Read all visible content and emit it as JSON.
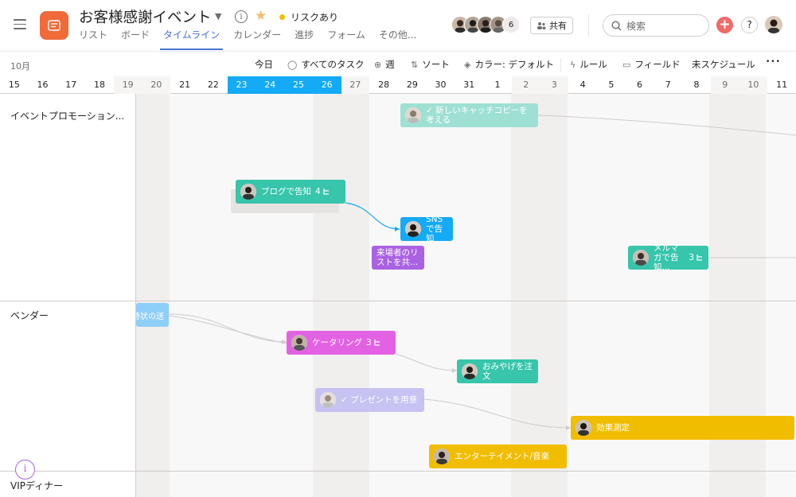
{
  "project": {
    "title": "お客様感謝イベント",
    "status": "リスクあり"
  },
  "tabs": [
    "リスト",
    "ボード",
    "タイムライン",
    "カレンダー",
    "進捗",
    "フォーム",
    "その他..."
  ],
  "members": {
    "count": "6"
  },
  "header": {
    "share_label": "共有",
    "search_placeholder": "検索",
    "plus": "+",
    "help": "?"
  },
  "toolbar": {
    "month": "10月",
    "today": "今日",
    "all_tasks": "すべてのタスク",
    "week": "週",
    "sort": "ソート",
    "color": "カラー: デフォルト",
    "rules": "ルール",
    "fields": "フィールド",
    "unscheduled": "未スケジュール",
    "more": "•••"
  },
  "dates": [
    "15",
    "16",
    "17",
    "18",
    "19",
    "20",
    "21",
    "22",
    "23",
    "24",
    "25",
    "26",
    "27",
    "28",
    "29",
    "30",
    "31",
    "1",
    "2",
    "3",
    "4",
    "5",
    "6",
    "7",
    "8",
    "9",
    "10",
    "11"
  ],
  "sections": {
    "promo": "イベントプロモーション...",
    "vendor": "ベンダー",
    "dinner": "VIPディナー"
  },
  "tasks": {
    "catchcopy": "✓ 新しいキャッチコピーを考える",
    "blog": "ブログで告知",
    "blog_sub": "4",
    "sns": "SNSで告知",
    "visitor_list": "来場者のリストを共...",
    "mailmag": "メルマガで告知...",
    "mailmag_sub": "3",
    "invite": "招待状の送",
    "catering": "ケータリング",
    "catering_sub": "3",
    "souvenir": "おみやげを注文",
    "present": "✓ プレゼントを用意",
    "effect": "効果測定",
    "entertainment": "エンターテイメント/音楽"
  },
  "colors": {
    "accent": "#4573d2",
    "app_icon": "#f06a3a",
    "selected_dates": "#14aaf5",
    "green": "#37c5ab",
    "purple": "#aa62e3",
    "magenta": "#e362e3",
    "yellow": "#f1bd00"
  }
}
